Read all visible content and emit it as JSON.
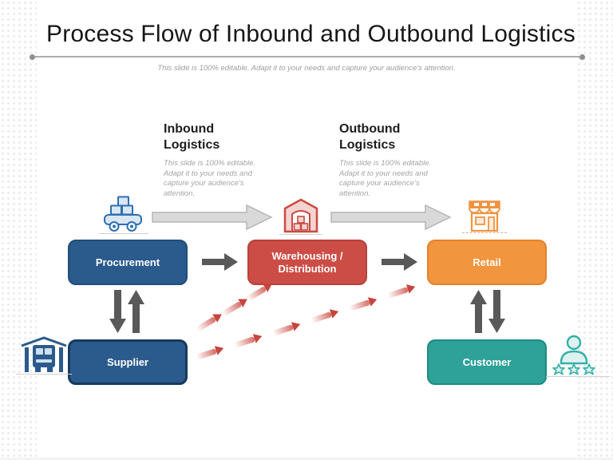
{
  "slide": {
    "title": "Process Flow of Inbound and Outbound Logistics",
    "subtitle": "This slide is 100% editable. Adapt it to your needs and capture your audience's attention."
  },
  "sections": {
    "inbound": {
      "heading": "Inbound Logistics",
      "caption": "This slide is 100% editable. Adapt it to your needs and capture your audience's attention."
    },
    "outbound": {
      "heading": "Outbound Logistics",
      "caption": "This slide is 100% editable. Adapt it to your needs and capture your audience's attention."
    }
  },
  "nodes": {
    "procurement": {
      "label": "Procurement",
      "color": "#2b5a8c"
    },
    "warehousing": {
      "label": "Warehousing / Distribution",
      "color": "#cc4d45"
    },
    "retail": {
      "label": "Retail",
      "color": "#f2953f"
    },
    "supplier": {
      "label": "Supplier",
      "color": "#2b5a8c"
    },
    "customer": {
      "label": "Customer",
      "color": "#2ea198"
    }
  },
  "icons": {
    "truck": "cargo-truck-icon",
    "warehouse": "warehouse-icon",
    "store": "storefront-icon",
    "dock": "loading-dock-truck-icon",
    "customer": "person-with-stars-icon"
  },
  "colors": {
    "flow_arrow_gray": "#d9d9d9",
    "connector_dark": "#595959",
    "dashed_arrow_red": "#c6453d"
  }
}
